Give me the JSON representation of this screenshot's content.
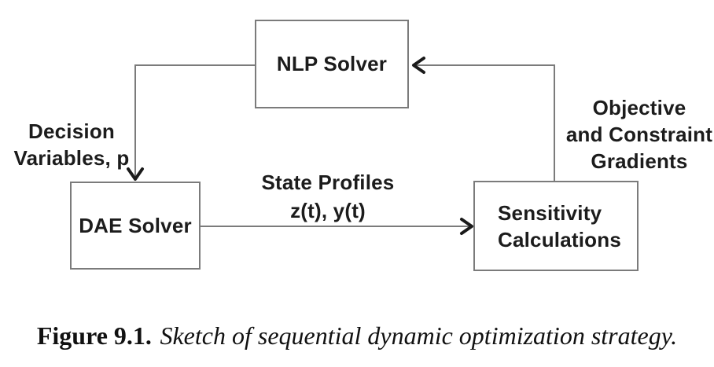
{
  "figure": {
    "boxes": {
      "nlp_solver": {
        "label": "NLP Solver"
      },
      "dae_solver": {
        "label": "DAE Solver"
      },
      "sensitivity": {
        "lines": [
          "Sensitivity",
          "Calculations"
        ]
      }
    },
    "edge_labels": {
      "decision_variables": {
        "lines": [
          "Decision",
          "Variables, p"
        ]
      },
      "state_profiles": {
        "lines": [
          "State Profiles",
          "z(t), y(t)"
        ]
      },
      "gradients": {
        "lines": [
          "Objective",
          "and Constraint",
          "Gradients"
        ]
      }
    },
    "caption": {
      "label": "Figure 9.1.",
      "text": "Sketch of sequential dynamic optimization strategy."
    },
    "colors": {
      "background": "#ffffff",
      "box_border": "#7b7b7b",
      "connector_line": "#7b7b7b",
      "arrowhead": "#1a1a1a",
      "text": "#1c1c1c"
    }
  }
}
